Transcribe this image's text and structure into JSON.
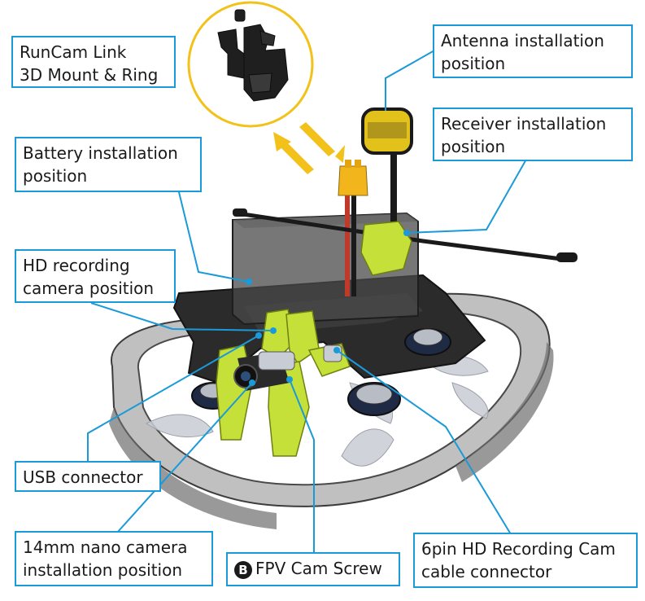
{
  "labels": {
    "runcam": {
      "line1": "RunCam Link",
      "line2": "3D Mount & Ring"
    },
    "antenna": {
      "line1": "Antenna installation",
      "line2": "position"
    },
    "receiver": {
      "line1": "Receiver installation",
      "line2": "position"
    },
    "battery": {
      "line1": "Battery installation",
      "line2": "position"
    },
    "hd_camera": {
      "line1": "HD recording",
      "line2": "camera position"
    },
    "usb": {
      "line1": "USB connector"
    },
    "nano_camera": {
      "line1": "14mm nano camera",
      "line2": "installation position"
    },
    "fpv_screw": {
      "badge": "B",
      "text": "FPV Cam Screw"
    },
    "hd_cable": {
      "line1": "6pin HD Recording Cam",
      "line2": "cable connector"
    }
  },
  "colors": {
    "callout_border": "#1a9ad8",
    "leader_line": "#1a9ad8",
    "mount_ring": "#f2c21b",
    "arrow": "#f2c21b",
    "accent_green": "#c6e03a",
    "frame": "#2b2b2b",
    "duct": "#8a8a8a"
  }
}
